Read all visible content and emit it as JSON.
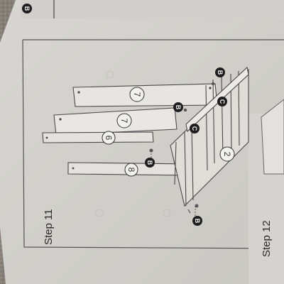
{
  "page": {
    "step_current": "Step 11",
    "step_next": "Step 12"
  },
  "parts": {
    "panel_7": "7",
    "panel_6": "6",
    "panel_8": "8",
    "frame_2": "2"
  },
  "hardware": {
    "bolt": "B",
    "cam": "C"
  }
}
